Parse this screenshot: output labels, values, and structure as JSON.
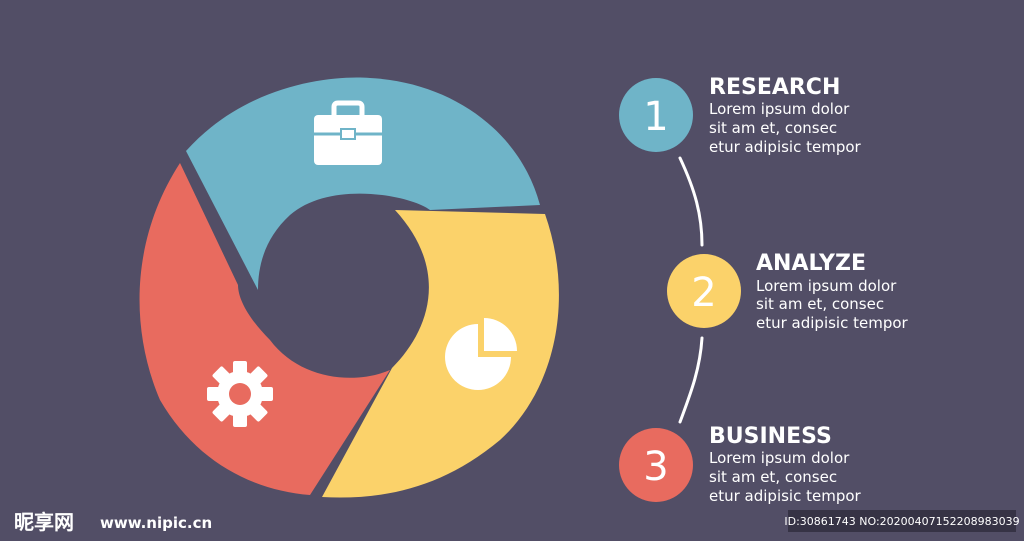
{
  "colors": {
    "background": "#524e66",
    "blue": "#6fb4c8",
    "yellow": "#fbd26a",
    "red": "#e86b5f",
    "white": "#ffffff"
  },
  "cycle": {
    "segments": [
      {
        "color": "#6fb4c8",
        "icon": "briefcase-icon"
      },
      {
        "color": "#fbd26a",
        "icon": "pie-chart-icon"
      },
      {
        "color": "#e86b5f",
        "icon": "gear-icon"
      }
    ]
  },
  "steps": [
    {
      "number": "1",
      "title": "RESEARCH",
      "lines": [
        "Lorem ipsum dolor",
        "sit am et, consec",
        "etur adipisic tempor"
      ],
      "color": "#6fb4c8"
    },
    {
      "number": "2",
      "title": "ANALYZE",
      "lines": [
        "Lorem ipsum dolor",
        "sit am et, consec",
        "etur adipisic tempor"
      ],
      "color": "#fbd26a"
    },
    {
      "number": "3",
      "title": "BUSINESS",
      "lines": [
        "Lorem ipsum dolor",
        "sit am et, consec",
        "etur adipisic tempor"
      ],
      "color": "#e86b5f"
    }
  ],
  "watermark": {
    "logo": "昵享网",
    "url": "www.nipic.cn",
    "id": "ID:30861743 NO:20200407152208983039"
  }
}
